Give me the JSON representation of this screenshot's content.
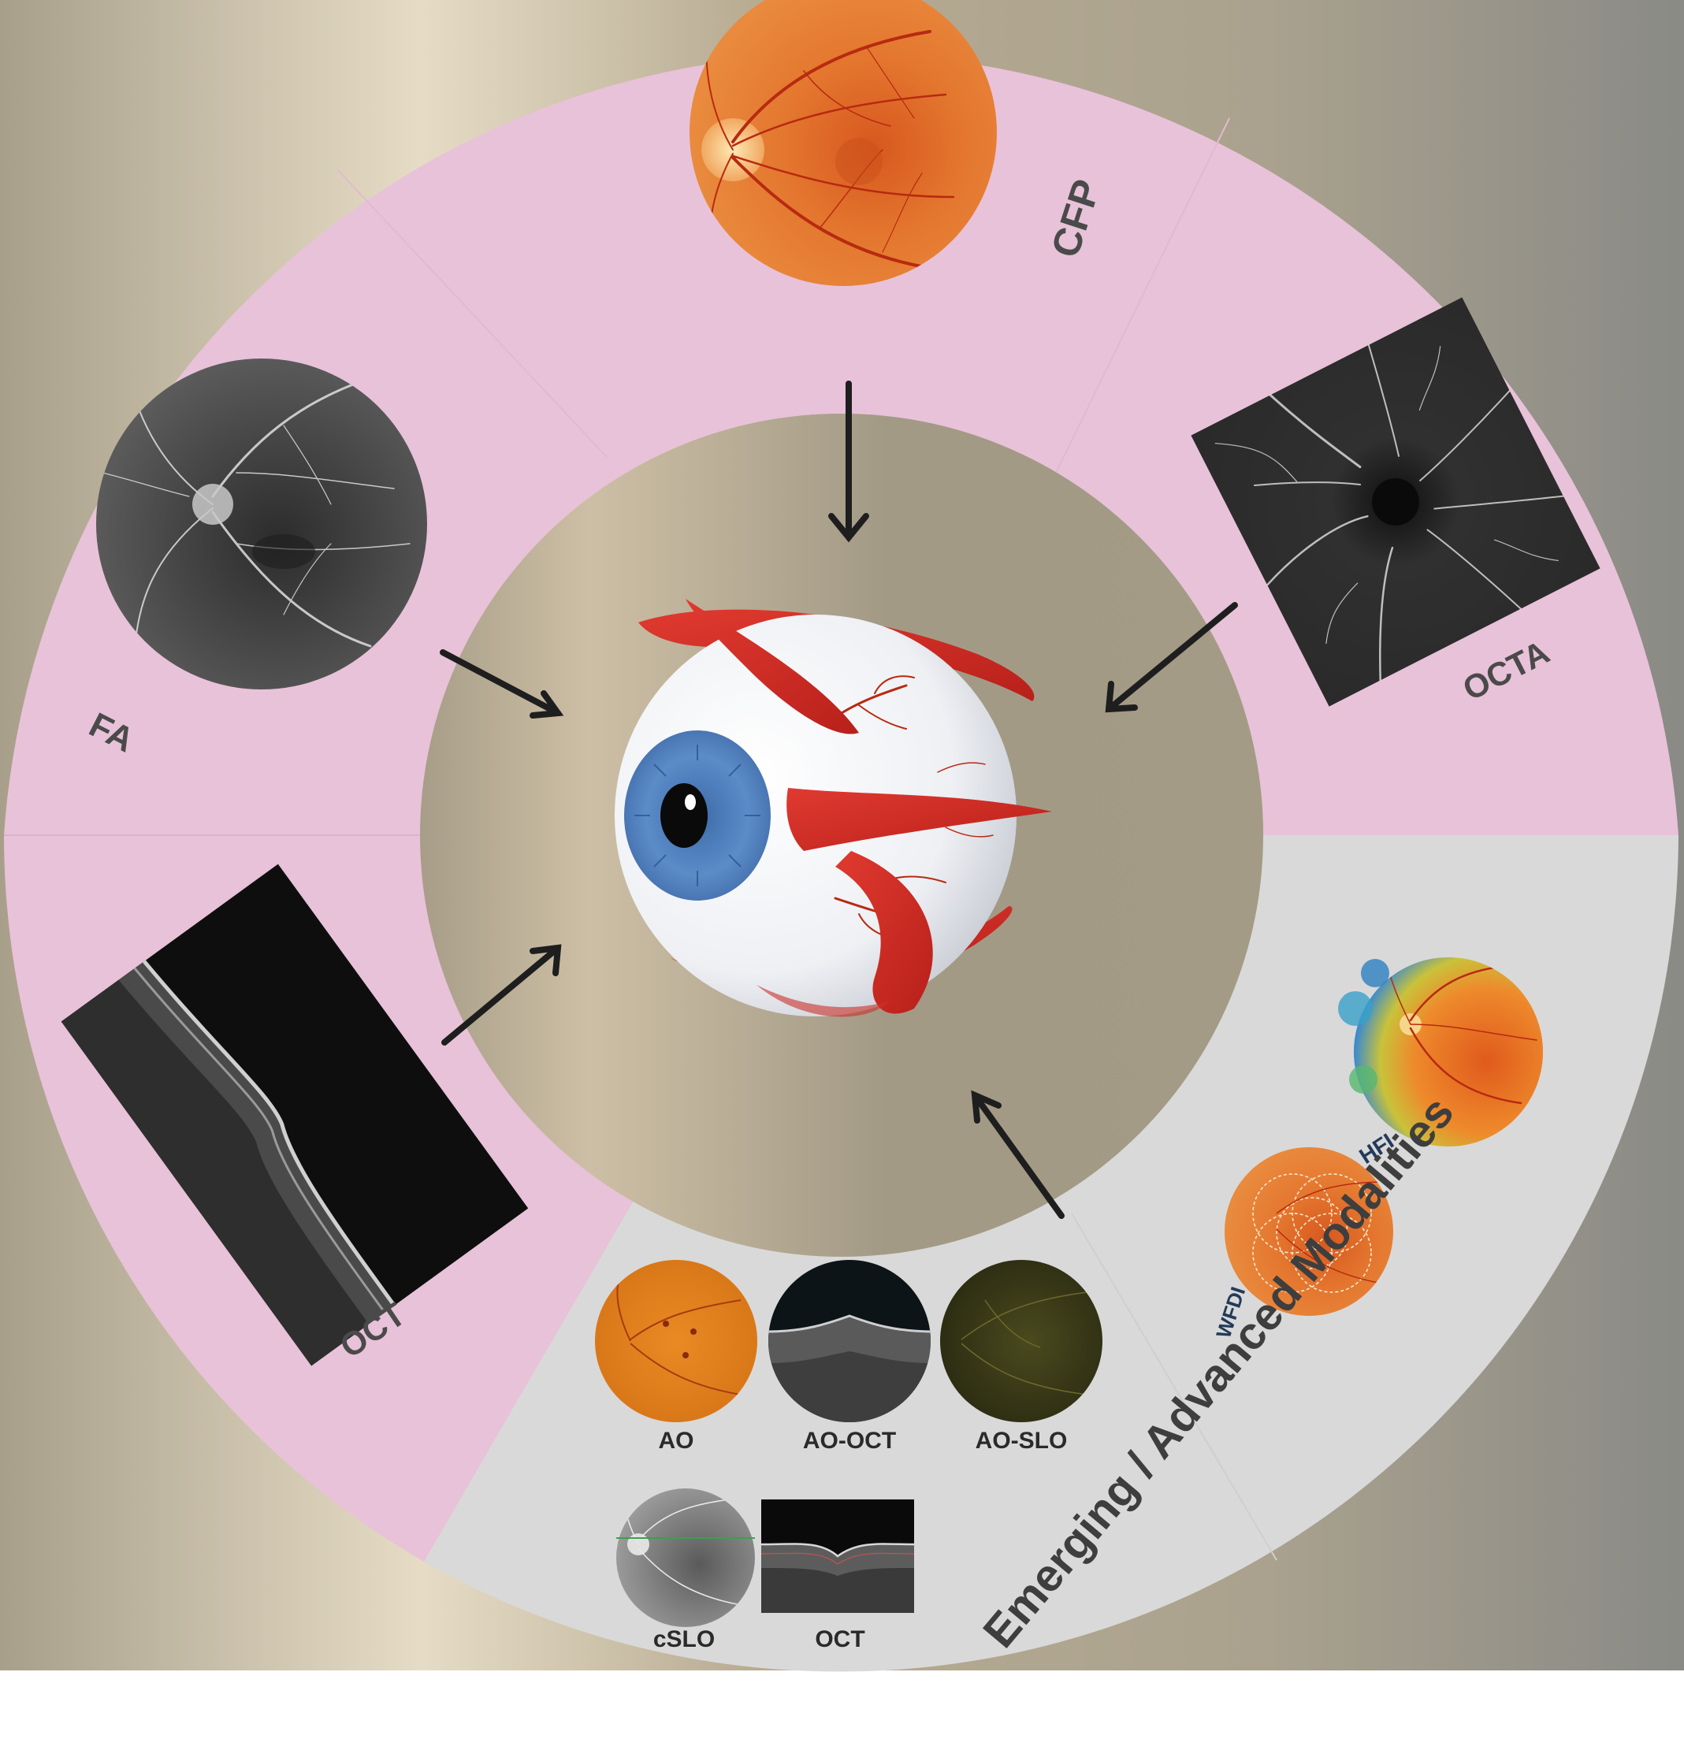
{
  "labels": {
    "cfp": "CFP",
    "octa": "OCTA",
    "fa": "FA",
    "oct": "OCT",
    "hfi": "HFI",
    "wfdi": "WFDI",
    "ao": "AO",
    "ao_oct": "AO-OCT",
    "ao_slo": "AO-SLO",
    "cslo": "cSLO",
    "oct_small": "OCT",
    "emerging": "Emerging / Advanced Modalities"
  },
  "colors": {
    "outer_band": "#e8c2d8",
    "emerging_band": "#d8d8d8",
    "label_gray": "#4a4a4a",
    "label_navy": "#233a5a",
    "arrow": "#1e1e1e",
    "fundus_orange": "#dd6a2a",
    "vessel_red": "#b82a10"
  },
  "icons": [
    "eyeball-icon",
    "cfp-fundus-icon",
    "octa-angiogram-icon",
    "fa-angiogram-icon",
    "oct-scan-icon",
    "hfi-heatmap-icon",
    "wfdi-montage-icon",
    "ao-image-icon",
    "ao-oct-image-icon",
    "ao-slo-image-icon",
    "cslo-image-icon",
    "oct-bscan-icon"
  ]
}
